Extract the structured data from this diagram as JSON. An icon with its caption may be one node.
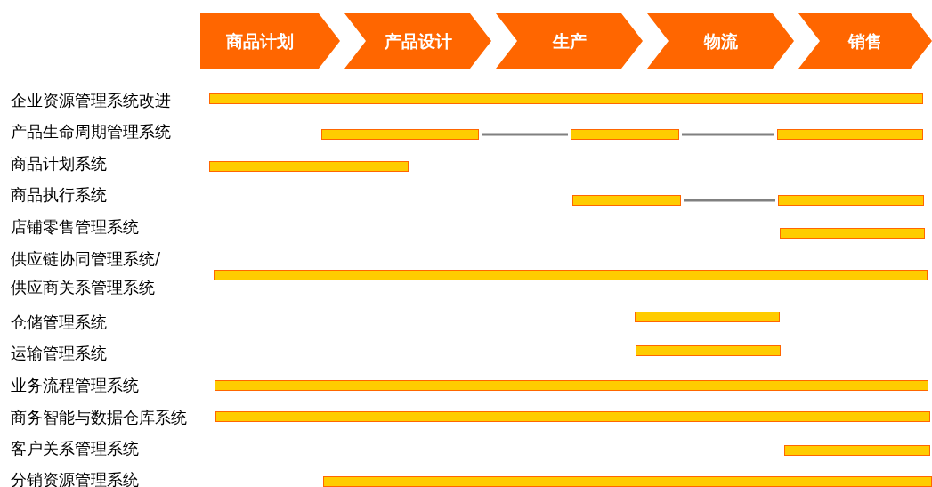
{
  "diagram": {
    "nodes": [
      {
        "text": [
          "商品计划"
        ]
      },
      {
        "text": [
          "产品设计"
        ]
      },
      {
        "text": [
          "生产"
        ]
      },
      {
        "text": [
          "物流"
        ]
      },
      {
        "text": [
          "销售"
        ]
      },
      {
        "text": [],
        "shape": "bar"
      },
      {
        "text": [],
        "shape": "bar"
      },
      {
        "text": [],
        "shape": "bar"
      },
      {
        "text": [],
        "shape": "bar"
      },
      {
        "text": [],
        "shape": "bar"
      },
      {
        "text": [],
        "shape": "bar"
      },
      {
        "text": [],
        "shape": "bar"
      },
      {
        "text": [],
        "shape": "bar"
      },
      {
        "text": [],
        "shape": "bar"
      },
      {
        "text": [],
        "shape": "bar"
      },
      {
        "text": [],
        "shape": "bar"
      },
      {
        "text": [],
        "shape": "bar"
      },
      {
        "text": [],
        "shape": "bar"
      },
      {
        "text": [],
        "shape": "bar"
      },
      {
        "text": [],
        "shape": "bar"
      }
    ],
    "edges": [
      {
        "from": 6,
        "to": 7,
        "arrow": "none"
      },
      {
        "from": 7,
        "to": 8,
        "arrow": "none"
      },
      {
        "from": 10,
        "to": 11,
        "arrow": "none"
      }
    ],
    "labels": [
      "企业资源管理系统改进",
      "产品生命周期管理系统",
      "商品计划系统",
      "商品执行系统",
      "店铺零售管理系统",
      "供应链协同管理系统/供应商关系管理系统",
      "仓储管理系统",
      "运输管理系统",
      "业务流程管理系统",
      "商务智能与数据仓库系统",
      "客户关系管理系统",
      "分销资源管理系统"
    ]
  }
}
